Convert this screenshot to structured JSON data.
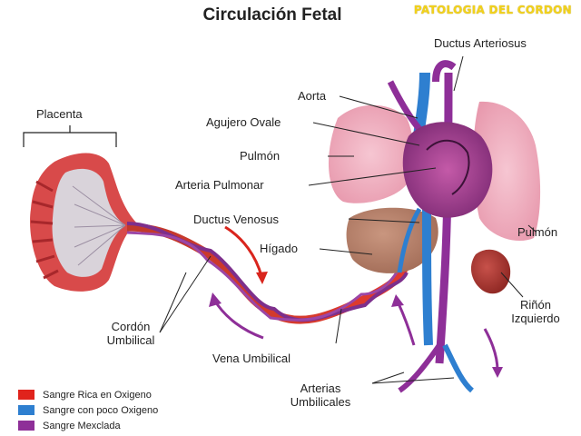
{
  "title": "Circulación Fetal",
  "badge": "PATOLOGIA DEL CORDON",
  "labels": {
    "placenta": "Placenta",
    "ductus_arteriosus": "Ductus Arteriosus",
    "aorta": "Aorta",
    "agujero_ovale": "Agujero Ovale",
    "pulmon_left": "Pulmón",
    "arteria_pulmonar": "Arteria Pulmonar",
    "ductus_venosus": "Ductus Venosus",
    "higado": "Hígado",
    "pulmon_right": "Pulmón",
    "rinon_line1": "Riñón",
    "rinon_line2": "Izquierdo",
    "cordon_line1": "Cordón",
    "cordon_line2": "Umbilical",
    "vena_umbilical": "Vena Umbilical",
    "arterias_line1": "Arterias",
    "arterias_line2": "Umbilicales"
  },
  "legend": [
    {
      "label": "Sangre Rica en Oxigeno",
      "color": "#e0231c"
    },
    {
      "label": "Sangre con poco Oxigeno",
      "color": "#2e7fd0"
    },
    {
      "label": "Sangre Mexclada",
      "color": "#8e2f98"
    }
  ]
}
